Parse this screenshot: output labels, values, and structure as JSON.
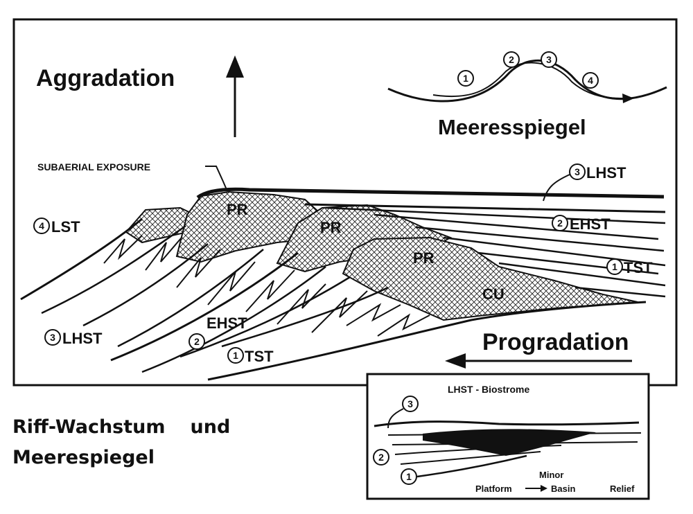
{
  "main": {
    "aggradation": "Aggradation",
    "progradation": "Progradation",
    "subaerial_exposure": "SUBAERIAL EXPOSURE",
    "sea_level": "Meeresspiegel",
    "sea_level_markers": [
      "1",
      "2",
      "3",
      "4"
    ],
    "lst": "LST",
    "lst_num": "4",
    "lhst_top": "LHST",
    "lhst_top_num": "3",
    "ehst_right": "EHST",
    "ehst_right_num": "2",
    "tst_right": "TST",
    "tst_right_num": "1",
    "lhst_left": "LHST",
    "lhst_left_num": "3",
    "ehst_mid": "EHST",
    "ehst_mid_num": "2",
    "tst_bottom": "TST",
    "tst_bottom_num": "1",
    "pr1": "PR",
    "pr2": "PR",
    "pr3": "PR",
    "cu": "CU"
  },
  "inset": {
    "title": "LHST - Biostrome",
    "markers": [
      "3",
      "2",
      "1"
    ],
    "platform": "Platform",
    "minor": "Minor",
    "basin": "Basin",
    "relief": "Relief"
  },
  "caption": {
    "line1_a": "Riff-Wachstum",
    "line1_b": "und",
    "line2": "Meerespiegel"
  }
}
